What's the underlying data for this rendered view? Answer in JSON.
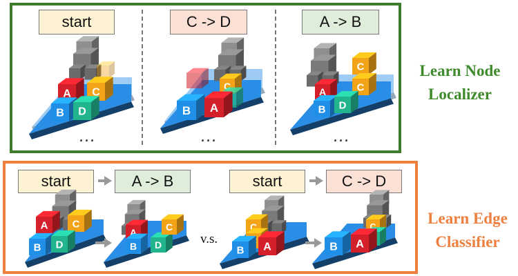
{
  "node_panel": {
    "labels": [
      "start",
      "C -> D",
      "A -> B"
    ],
    "ellipsis": "...",
    "title_line1": "Learn Node",
    "title_line2": "Localizer"
  },
  "edge_panel": {
    "left_from": "start",
    "left_to": "A -> B",
    "right_from": "start",
    "right_to": "C -> D",
    "vs": "v.s.",
    "title_line1": "Learn Edge",
    "title_line2": "Classifier"
  },
  "cube_letters": {
    "a": "A",
    "b": "B",
    "c": "C",
    "d": "D"
  },
  "colors": {
    "node_border": "#3e7a2b",
    "edge_border": "#ee7f3e",
    "cube_a": "#d4202a",
    "cube_b": "#1f8fe8",
    "cube_c": "#f2a318",
    "cube_d": "#22b48f",
    "gripper": "#8f8f8f",
    "platform": "#2a8de6"
  },
  "icons": [
    "arrow-right-icon",
    "robot-gripper-icon"
  ]
}
